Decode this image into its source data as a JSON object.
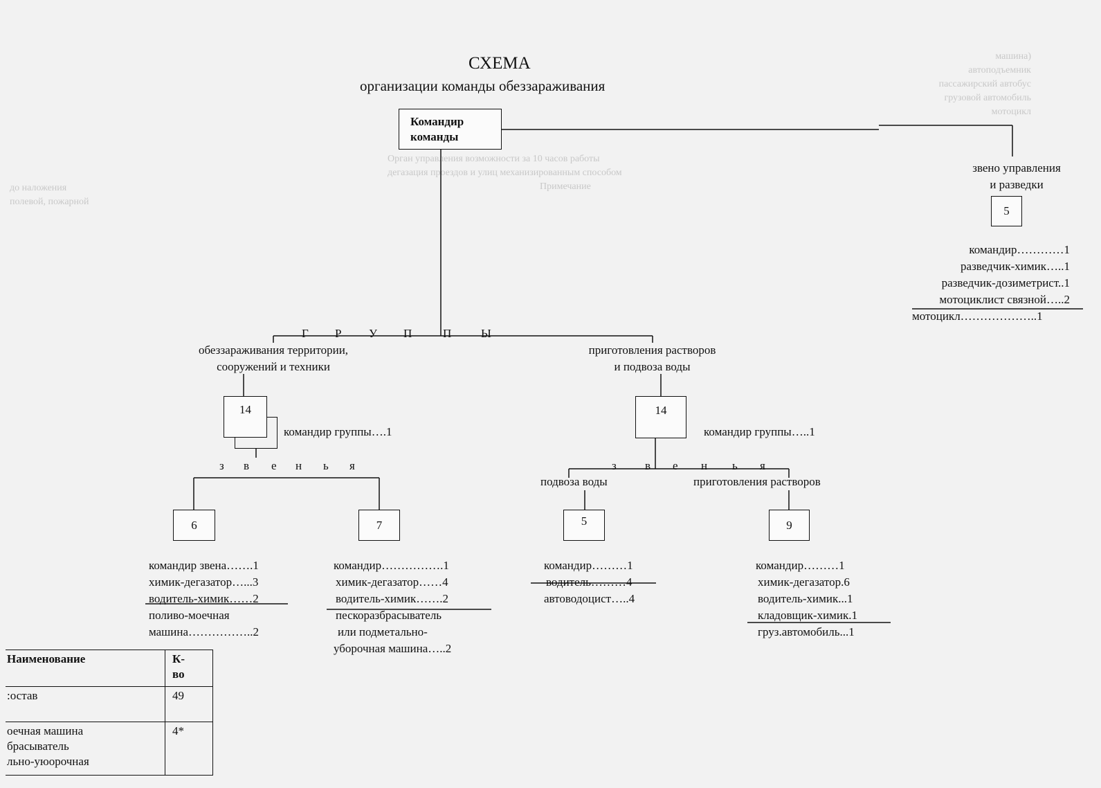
{
  "header": {
    "title": "СХЕМА",
    "subtitle": "организации команды обеззараживания"
  },
  "commander": {
    "label": "Командир\nкоманды"
  },
  "recon": {
    "label_line1": "звено управления",
    "label_line2": "и разведки",
    "count": "5",
    "staff": [
      "командир…………1",
      "разведчик-химик…..1",
      "разведчик-дозиметрист..1",
      "мотоциклист связной…..2",
      "мотоцикл………………..1"
    ]
  },
  "groups_label": [
    "Г",
    "Р",
    "У",
    "П",
    "П",
    "Ы"
  ],
  "group_left": {
    "label_line1": "обеззараживания территории,",
    "label_line2": "сооружений и техники",
    "count": "14",
    "leader": "командир группы….1",
    "links_label": [
      "з",
      "в",
      "е",
      "н",
      "ь",
      "я"
    ],
    "unit_a": {
      "count": "6",
      "staff": [
        "командир звена…….1",
        "химик-дегазатор…...3",
        "водитель-химик……2",
        "поливо-моечная",
        "машина……………..2"
      ]
    },
    "unit_b": {
      "count": "7",
      "staff": [
        "командир…………….1",
        "химик-дегазатор……4",
        "водитель-химик…….2",
        "пескоразбрасыватель",
        "или подметально-",
        "уборочная машина…..2"
      ]
    }
  },
  "group_right": {
    "label_line1": "приготовления растворов",
    "label_line2": "и подвоза воды",
    "count": "14",
    "leader": "командир группы…..1",
    "links_label": [
      "з",
      "в",
      "е",
      "н",
      "ь",
      "я"
    ],
    "water": {
      "label": "подвоза воды",
      "count": "5",
      "staff": [
        "командир………1",
        "водитель………4",
        "автоводоцист…..4"
      ]
    },
    "solutions": {
      "label": "приготовления растворов",
      "count": "9",
      "staff": [
        "командир………1",
        "химик-дегазатор.6",
        "водитель-химик...1",
        "кладовщик-химик.1",
        "груз.автомобиль...1"
      ]
    }
  },
  "summary_table": {
    "headers": [
      "Наименование",
      "К-\nво"
    ],
    "rows": [
      {
        "name": ":остав",
        "count": "49"
      },
      {
        "name": "оечная машина\nбрасыватель\nльно-уюорочная",
        "count": "4*"
      }
    ]
  },
  "ghost_text": {
    "top_right": [
      "машина)",
      "автоподъемник",
      "пассажирский автобус",
      "грузовой автомобиль",
      "мотоцикл"
    ],
    "mid_left": [
      "до наложения",
      "полевой, пожарной"
    ],
    "mid_block": [
      "Орган управления возможности за 10 часов работы",
      "дегазация проездов и улиц механизированным способом",
      "Примечание"
    ]
  }
}
